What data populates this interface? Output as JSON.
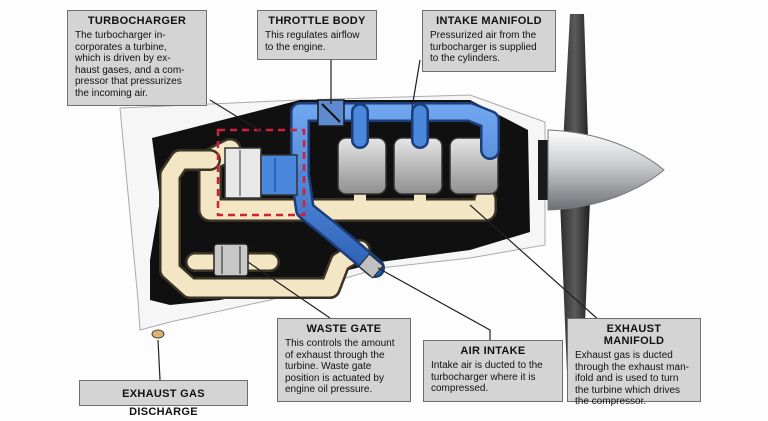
{
  "callouts": {
    "turbocharger": {
      "title": "TURBOCHARGER",
      "lines": [
        "The turbocharger in-",
        "corporates a turbine,",
        "which is driven by ex-",
        "haust gases, and a com-",
        "pressor that pressurizes",
        "the incoming air."
      ]
    },
    "throttle_body": {
      "title": "THROTTLE BODY",
      "lines": [
        "This regulates airflow",
        "to the engine."
      ]
    },
    "intake_manifold": {
      "title": "INTAKE MANIFOLD",
      "lines": [
        "Pressurized air from the",
        "turbocharger is supplied",
        "to the cylinders."
      ]
    },
    "waste_gate": {
      "title": "WASTE GATE",
      "lines": [
        "This controls the amount",
        "of exhaust through the",
        "turbine. Waste gate",
        "position is actuated by",
        "engine oil pressure."
      ]
    },
    "air_intake": {
      "title": "AIR INTAKE",
      "lines": [
        "Intake air is ducted to the",
        "turbocharger where it is",
        "compressed."
      ]
    },
    "exhaust_manifold": {
      "title": "EXHAUST MANIFOLD",
      "lines": [
        "Exhaust gas is ducted",
        "through the exhaust man-",
        "ifold and is used to turn",
        "the turbine which drives",
        "the compressor."
      ]
    },
    "exhaust_gas_discharge": {
      "title": "EXHAUST GAS DISCHARGE"
    }
  },
  "colors": {
    "intake_air": "#3f7fd8",
    "exhaust_gas": "#f3e6c4",
    "cowling_dark": "#0f0f0f",
    "callout_bg": "#d4d4d4",
    "turbo_outline": "#d0213a"
  }
}
